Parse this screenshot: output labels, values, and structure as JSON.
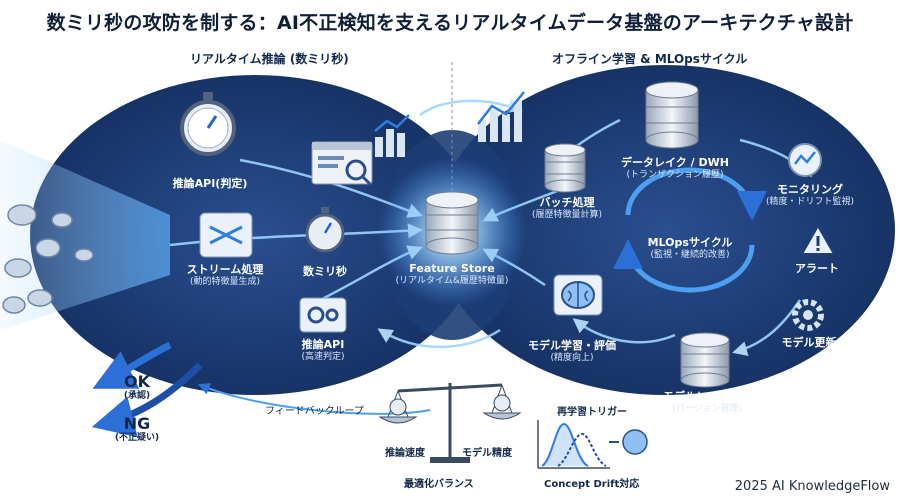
{
  "title": "数ミリ秒の攻防を制する：AI不正検知を支えるリアルタイムデータ基盤のアーキテクチャ設計",
  "left_section": "リアルタイム推論 (数ミリ秒)",
  "right_section": "オフライン学習 & MLOpsサイクル",
  "nodes": {
    "inference_api": {
      "main": "推論API(判定)"
    },
    "stream": {
      "main": "ストリーム処理",
      "sub": "(動的特徴量生成)"
    },
    "millis": {
      "main": "数ミリ秒"
    },
    "fast_api": {
      "main": "推論API",
      "sub": "(高速判定)"
    },
    "feature_store": {
      "main": "Feature Store",
      "sub": "(リアルタイム&履歴特徴量)"
    },
    "batch": {
      "main": "バッチ処理",
      "sub": "(履歴特徴量計算)"
    },
    "datalake": {
      "main": "データレイク / DWH",
      "sub": "(トランザクション履歴)"
    },
    "mlops": {
      "main": "MLOpsサイクル",
      "sub": "(監視・継続的改善)"
    },
    "training": {
      "main": "モデル学習・評価",
      "sub": "(精度向上)"
    },
    "monitoring": {
      "main": "モニタリング",
      "sub": "(精度・ドリフト監視)"
    },
    "alert": {
      "main": "アラート"
    },
    "update": {
      "main": "モデル更新"
    },
    "registry": {
      "main": "モデルレジストリ",
      "sub": "(バージョン管理)"
    }
  },
  "results": {
    "ok": {
      "main": "OK",
      "sub": "(承認)"
    },
    "ng": {
      "main": "NG",
      "sub": "(不正疑い)"
    }
  },
  "feedback_loop": "フィードバックループ",
  "balance": {
    "left": "推論速度",
    "right": "モデル精度",
    "caption": "最適化バランス"
  },
  "retrain": {
    "title": "再学習トリガー",
    "caption": "Concept Drift対応"
  },
  "credit": "2025 AI KnowledgeFlow",
  "colors": {
    "navy": "#1b3a72",
    "navy_dark": "#112a57",
    "glow": "#7cc4ff",
    "accent": "#2f7de1",
    "ok_arrow": "#2c6fd6",
    "ng_arrow": "#1e4fa8"
  },
  "icons": [
    "stopwatch-icon",
    "dashboard-icon",
    "chart-icon",
    "database-icon",
    "gear-icon",
    "brain-icon",
    "warning-icon",
    "scale-icon",
    "coin-icon"
  ]
}
